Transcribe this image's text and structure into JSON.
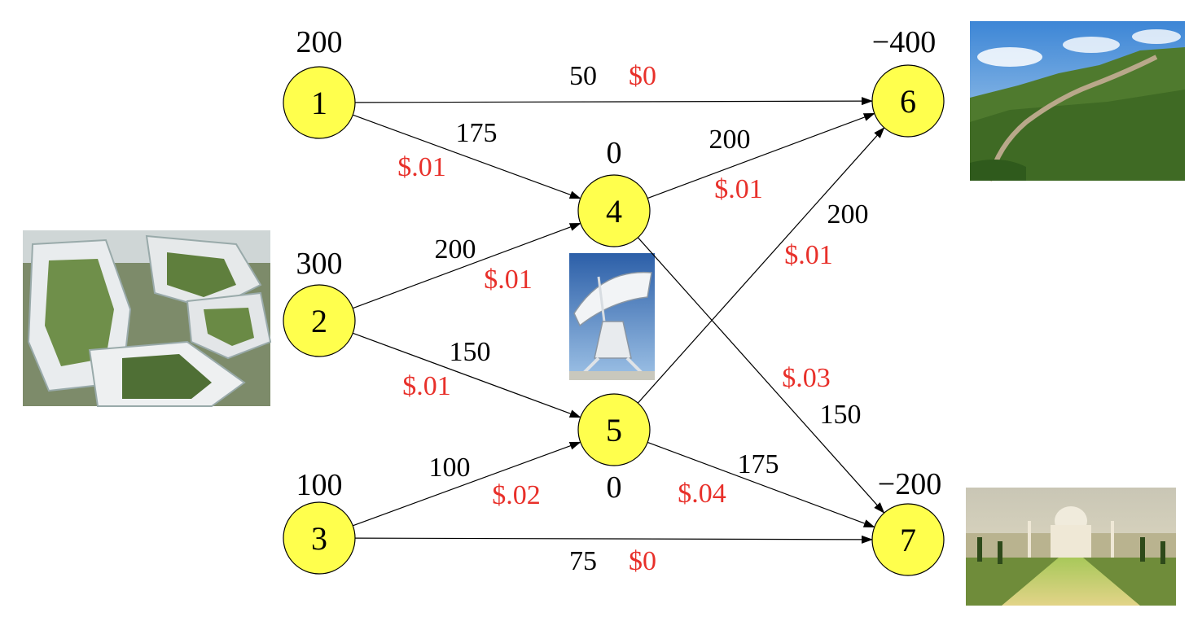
{
  "nodes": [
    {
      "id": "1",
      "label": "1",
      "supply": "200"
    },
    {
      "id": "2",
      "label": "2",
      "supply": "300"
    },
    {
      "id": "3",
      "label": "3",
      "supply": "100"
    },
    {
      "id": "4",
      "label": "4",
      "supply": "0"
    },
    {
      "id": "5",
      "label": "5",
      "supply": "0"
    },
    {
      "id": "6",
      "label": "6",
      "supply": "−400"
    },
    {
      "id": "7",
      "label": "7",
      "supply": "−200"
    }
  ],
  "edges": [
    {
      "from": "1",
      "to": "6",
      "capacity": "50",
      "cost": "$0"
    },
    {
      "from": "1",
      "to": "4",
      "capacity": "175",
      "cost": "$.01"
    },
    {
      "from": "2",
      "to": "4",
      "capacity": "200",
      "cost": "$.01"
    },
    {
      "from": "2",
      "to": "5",
      "capacity": "150",
      "cost": "$.01"
    },
    {
      "from": "3",
      "to": "5",
      "capacity": "100",
      "cost": "$.02"
    },
    {
      "from": "3",
      "to": "7",
      "capacity": "75",
      "cost": "$0"
    },
    {
      "from": "4",
      "to": "6",
      "capacity": "200",
      "cost": "$.01"
    },
    {
      "from": "4",
      "to": "7",
      "capacity": "150",
      "cost": "$.03"
    },
    {
      "from": "5",
      "to": "6",
      "capacity": "200",
      "cost": "$.01"
    },
    {
      "from": "5",
      "to": "7",
      "capacity": "175",
      "cost": "$.04"
    }
  ],
  "colors": {
    "node_fill": "#ffff4d",
    "cost_text": "#e8302a"
  },
  "images": [
    {
      "id": "modern-building-photo"
    },
    {
      "id": "radio-telescope-photo"
    },
    {
      "id": "great-wall-photo"
    },
    {
      "id": "taj-mahal-photo"
    }
  ]
}
